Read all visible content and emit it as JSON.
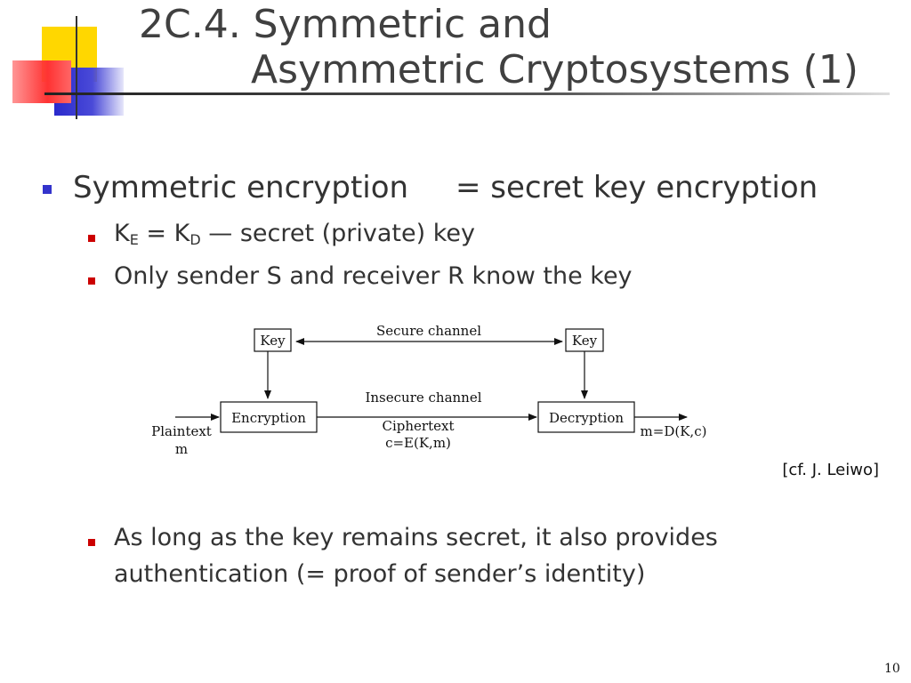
{
  "slide": {
    "title_line1": "2C.4. Symmetric and",
    "title_line2": "Asymmetric Cryptosystems (1)",
    "page_number": "10"
  },
  "bullets": {
    "b1_left": "Symmetric encryption",
    "b1_right": "= secret key encryption",
    "b1_sub1_k1": "K",
    "b1_sub1_s1": "E",
    "b1_sub1_eq": " = K",
    "b1_sub1_s2": "D",
    "b1_sub1_rest": "  — secret (private) key",
    "b1_sub2": "Only sender S and receiver R know the key",
    "b1_sub3_line1": "As long as the key remains secret, it also provides",
    "b1_sub3_line2": "authentication  (= proof of sender’s identity)"
  },
  "diagram": {
    "key_left": "Key",
    "key_right": "Key",
    "secure_channel": "Secure channel",
    "insecure_channel": "Insecure channel",
    "encryption": "Encryption",
    "decryption": "Decryption",
    "plaintext": "Plaintext",
    "plaintext_var": "m",
    "ciphertext": "Ciphertext",
    "ciphertext_formula": "c=E(K,m)",
    "output": "m=D(K,c)"
  },
  "citation": "[cf. J. Leiwo]",
  "colors": {
    "yellow": "#ffd700",
    "red": "#ff3333",
    "blue": "#3333cc",
    "bullet_l1": "#3333cc",
    "bullet_l2": "#cc0000"
  }
}
